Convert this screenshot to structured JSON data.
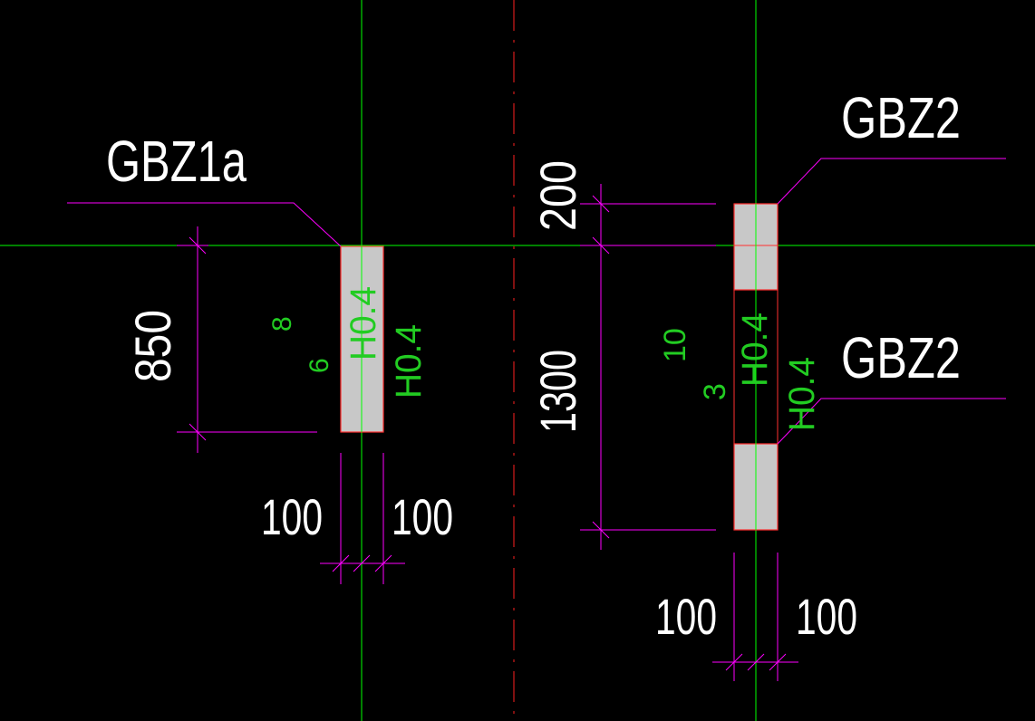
{
  "colors": {
    "background": "#000000",
    "axis": "#00ff00",
    "center": "#ff2020",
    "dimension": "#ff00ff",
    "column_fill": "#c8c8c8",
    "column_edge": "#ff3030",
    "text": "#ffffff",
    "wall_note": "#22cc22"
  },
  "labels": {
    "gbz1a": "GBZ1a",
    "gbz2_top": "GBZ2",
    "gbz2_bottom": "GBZ2"
  },
  "dimensions": {
    "left_height": "850",
    "left_width_a": "100",
    "left_width_b": "100",
    "right_top": "200",
    "right_height": "1300",
    "right_width_a": "100",
    "right_width_b": "100"
  },
  "wall_notes": {
    "left_num_a": "8",
    "left_num_b": "6",
    "left_h1": "H0.4",
    "left_h2": "H0.4",
    "right_num_a": "10",
    "right_num_b": "3",
    "right_h1": "H0.4",
    "right_h2": "H0.4"
  }
}
